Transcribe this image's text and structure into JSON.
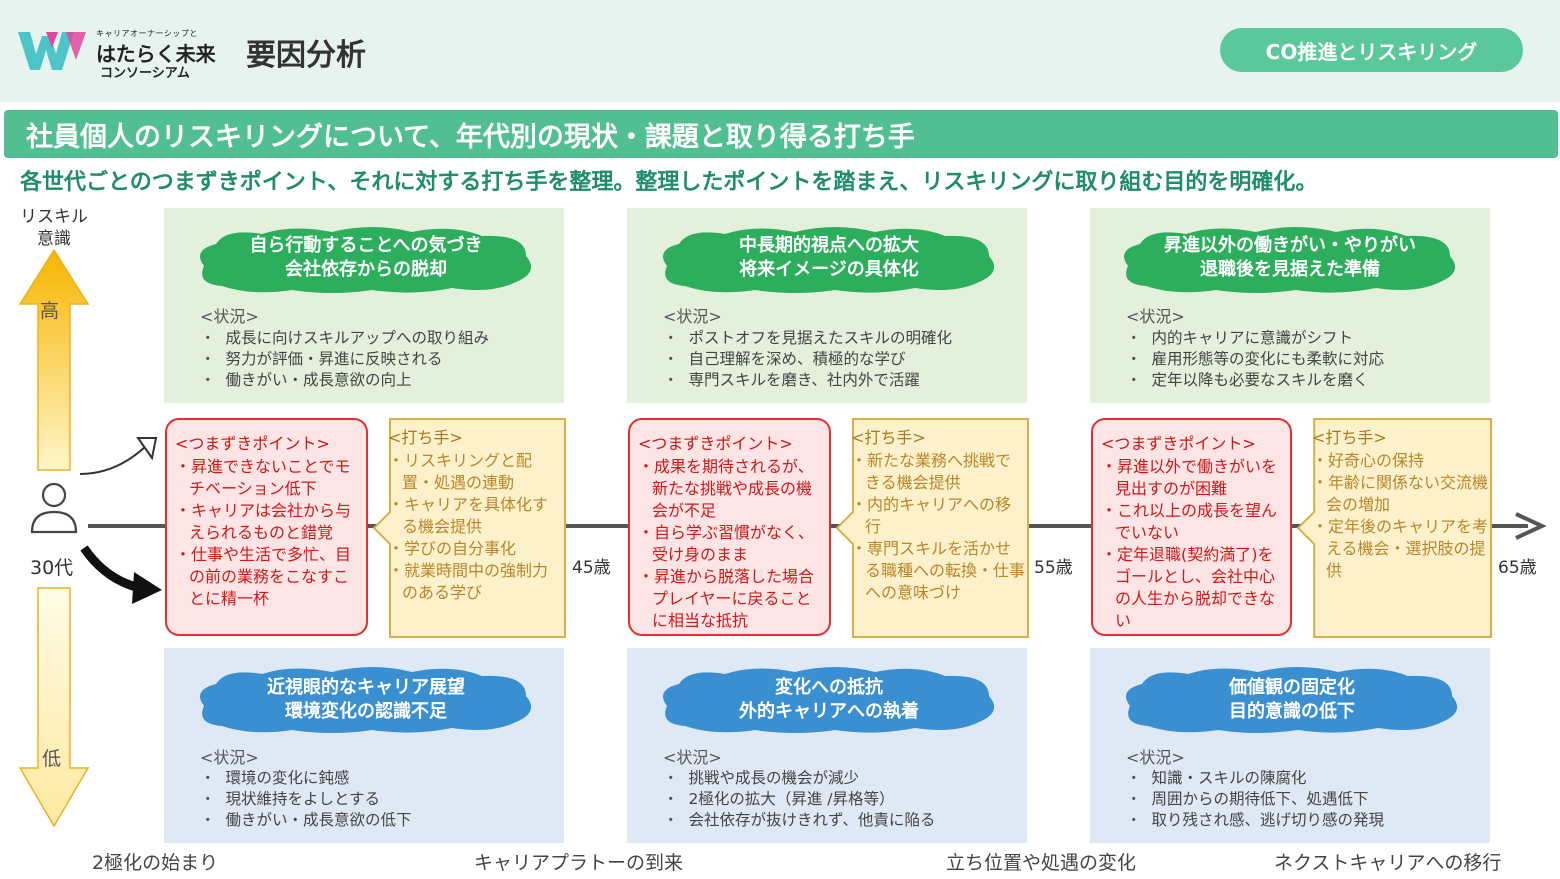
{
  "header": {
    "logo_small_text": "キャリアオーナーシップと",
    "logo_main_text": "はたらく未来",
    "logo_sub_text": "コンソーシアム",
    "page_title": "要因分析",
    "badge": "CO推進とリスキリング"
  },
  "title_bar": "社員個人のリスキリングについて、年代別の現状・課題と取り得る打ち手",
  "subtitle": "各世代ごとのつまずきポイント、それに対する打ち手を整理。整理したポイントを踏まえ、リスキリングに取り組む目的を明確化。",
  "axis": {
    "label_line1": "リスキル",
    "label_line2": "意識",
    "high": "高",
    "low": "低",
    "age_start": "30代"
  },
  "ages": [
    "45歳",
    "55歳",
    "65歳"
  ],
  "columns": [
    {
      "top_cloud": [
        "自ら行動することへの気づき",
        "会社依存からの脱却"
      ],
      "top_status_head": "<状況>",
      "top_status": [
        "成長に向けスキルアップへの取り組み",
        "努力が評価・昇進に反映される",
        "働きがい・成長意欲の向上"
      ],
      "red_head": "<つまずきポイント>",
      "red_items": [
        "昇進できないことでモチベーション低下",
        "キャリアは会社から与えられるものと錯覚",
        "仕事や生活で多忙、目の前の業務をこなすことに精一杯"
      ],
      "yel_head": "<打ち手>",
      "yel_items": [
        "リスキリングと配置・処遇の連動",
        "キャリアを具体化する機会提供",
        "学びの自分事化",
        "就業時間中の強制力のある学び"
      ],
      "bot_cloud": [
        "近視眼的なキャリア展望",
        "環境変化の認識不足"
      ],
      "bot_status_head": "<状況>",
      "bot_status": [
        "環境の変化に鈍感",
        "現状維持をよしとする",
        "働きがい・成長意欲の低下"
      ]
    },
    {
      "top_cloud": [
        "中長期的視点への拡大",
        "将来イメージの具体化"
      ],
      "top_status_head": "<状況>",
      "top_status": [
        "ポストオフを見据えたスキルの明確化",
        "自己理解を深め、積極的な学び",
        "専門スキルを磨き、社内外で活躍"
      ],
      "red_head": "<つまずきポイント>",
      "red_items": [
        "成果を期待されるが、新たな挑戦や成長の機会が不足",
        "自ら学ぶ習慣がなく、受け身のまま",
        "昇進から脱落した場合プレイヤーに戻ることに相当な抵抗"
      ],
      "yel_head": "<打ち手>",
      "yel_items": [
        "新たな業務へ挑戦できる機会提供",
        "内的キャリアへの移行",
        "専門スキルを活かせる職種への転換・仕事への意味づけ"
      ],
      "bot_cloud": [
        "変化への抵抗",
        "外的キャリアへの執着"
      ],
      "bot_status_head": "<状況>",
      "bot_status": [
        "挑戦や成長の機会が減少",
        "2極化の拡大（昇進 /昇格等）",
        "会社依存が抜けきれず、他責に陥る"
      ]
    },
    {
      "top_cloud": [
        "昇進以外の働きがい・やりがい",
        "退職後を見据えた準備"
      ],
      "top_status_head": "<状況>",
      "top_status": [
        "内的キャリアに意識がシフト",
        "雇用形態等の変化にも柔軟に対応",
        "定年以降も必要なスキルを磨く"
      ],
      "red_head": "<つまずきポイント>",
      "red_items": [
        "昇進以外で働きがいを見出すのが困難",
        "これ以上の成長を望んでいない",
        "定年退職(契約満了)をゴールとし、会社中心の人生から脱却できない"
      ],
      "yel_head": "<打ち手>",
      "yel_items": [
        "好奇心の保持",
        "年齢に関係ない交流機会の増加",
        "定年後のキャリアを考える機会・選択肢の提供"
      ],
      "bot_cloud": [
        "価値観の固定化",
        "目的意識の低下"
      ],
      "bot_status_head": "<状況>",
      "bot_status": [
        "知識・スキルの陳腐化",
        "周囲からの期待低下、処遇低下",
        "取り残され感、逃げ切り感の発現"
      ]
    }
  ],
  "footer": [
    "2極化の始まり",
    "キャリアプラトーの到来",
    "立ち位置や処遇の変化",
    "ネクストキャリアへの移行"
  ],
  "colors": {
    "brand_green": "#52bf92",
    "cloud_green": "#2dae5c",
    "cloud_blue": "#3a8fd1",
    "red": "#d01818",
    "yellow_text": "#b8862a"
  }
}
